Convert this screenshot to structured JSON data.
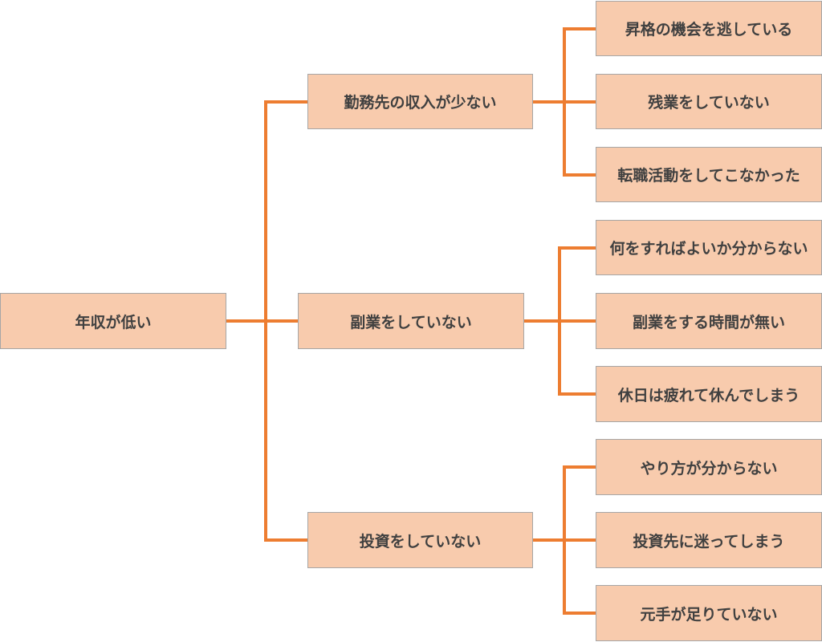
{
  "diagram": {
    "root": {
      "label": "年収が低い"
    },
    "branches": [
      {
        "label": "勤務先の収入が少ない",
        "leaves": [
          "昇格の機会を逃している",
          "残業をしていない",
          "転職活動をしてこなかった"
        ]
      },
      {
        "label": "副業をしていない",
        "leaves": [
          "何をすればよいか分からない",
          "副業をする時間が無い",
          "休日は疲れて休んでしまう"
        ]
      },
      {
        "label": "投資をしていない",
        "leaves": [
          "やり方が分からない",
          "投資先に迷ってしまう",
          "元手が足りていない"
        ]
      }
    ],
    "colors": {
      "box_fill": "#F8CBAD",
      "box_border": "#A6A6A6",
      "connector": "#ED7D31",
      "text": "#404040"
    }
  }
}
